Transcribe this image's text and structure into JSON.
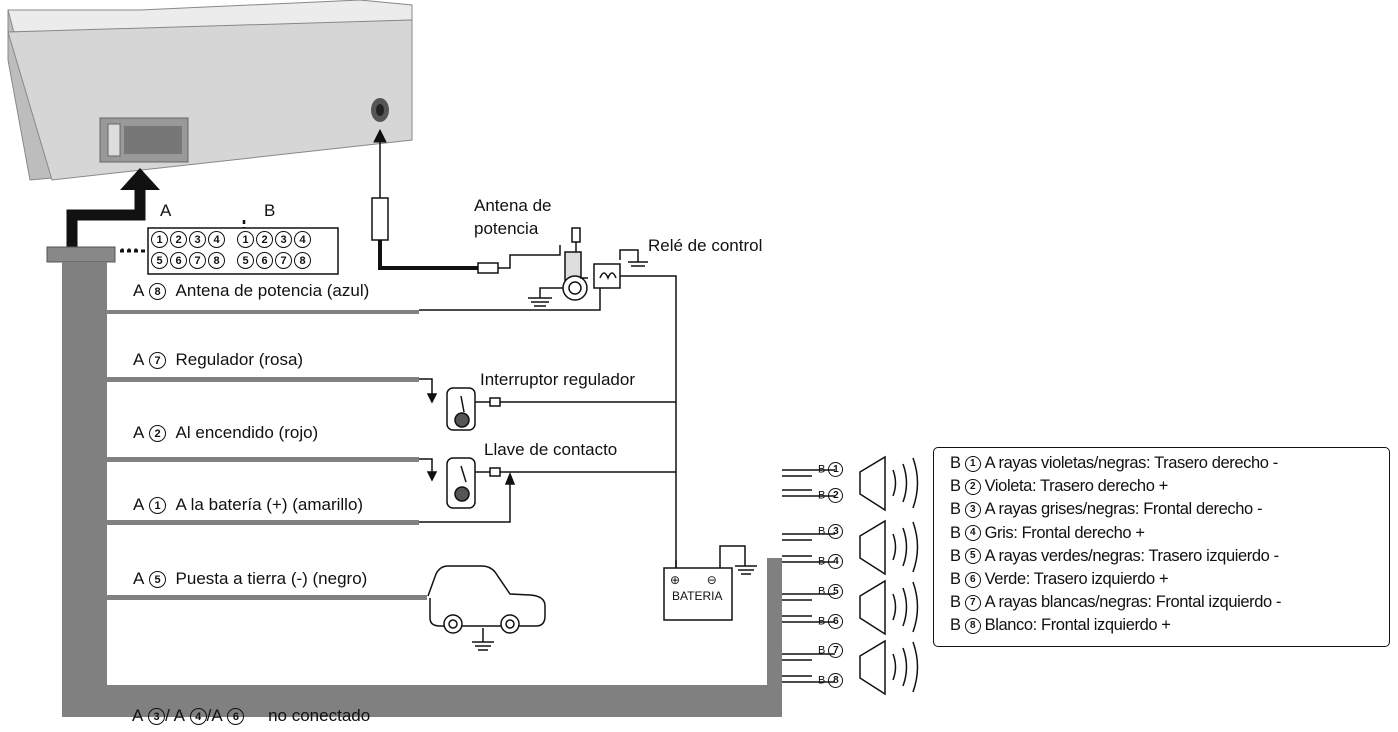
{
  "header_letters": {
    "a": "A",
    "b": "B"
  },
  "connector_pins": [
    "1",
    "2",
    "3",
    "4",
    "5",
    "6",
    "7",
    "8"
  ],
  "ellipsis": "...",
  "labels": {
    "power_antenna_top": "Antena de",
    "power_antenna_bottom": "potencia",
    "control_relay": "Relé de control",
    "dimmer_switch": "Interruptor regulador",
    "ignition_key": "Llave de contacto",
    "battery": "BATERIA",
    "not_connected": "no conectado"
  },
  "wires": [
    {
      "pin_group": "A",
      "pin": "8",
      "text": "Antena de potencia (azul)"
    },
    {
      "pin_group": "A",
      "pin": "7",
      "text": "Regulador (rosa)"
    },
    {
      "pin_group": "A",
      "pin": "2",
      "text": "Al encendido (rojo)"
    },
    {
      "pin_group": "A",
      "pin": "1",
      "text": "A la batería (+) (amarillo)"
    },
    {
      "pin_group": "A",
      "pin": "5",
      "text": "Puesta a tierra (-) (negro)"
    }
  ],
  "not_connected_pins": {
    "p1": "3",
    "p2": "4",
    "p3": "6",
    "prefix": "A",
    "sep1": "/ A",
    "sep2": "/A"
  },
  "speaker_pins": [
    {
      "group": "B",
      "pin": "1"
    },
    {
      "group": "B",
      "pin": "2"
    },
    {
      "group": "B",
      "pin": "3"
    },
    {
      "group": "B",
      "pin": "4"
    },
    {
      "group": "B",
      "pin": "5"
    },
    {
      "group": "B",
      "pin": "6"
    },
    {
      "group": "B",
      "pin": "7"
    },
    {
      "group": "B",
      "pin": "8"
    }
  ],
  "legend": [
    {
      "group": "B",
      "pin": "1",
      "text": "A rayas violetas/negras: Trasero derecho -"
    },
    {
      "group": "B",
      "pin": "2",
      "text": "Violeta: Trasero derecho +"
    },
    {
      "group": "B",
      "pin": "3",
      "text": "A rayas grises/negras: Frontal derecho -"
    },
    {
      "group": "B",
      "pin": "4",
      "text": "Gris: Frontal derecho +"
    },
    {
      "group": "B",
      "pin": "5",
      "text": "A rayas verdes/negras: Trasero izquierdo -"
    },
    {
      "group": "B",
      "pin": "6",
      "text": "Verde: Trasero izquierdo +"
    },
    {
      "group": "B",
      "pin": "7",
      "text": "A rayas blancas/negras: Frontal izquierdo -"
    },
    {
      "group": "B",
      "pin": "8",
      "text": "Blanco: Frontal izquierdo +"
    }
  ],
  "colors": {
    "harness": "#808080",
    "unit_top": "#e6e6e6",
    "unit_front": "#d2d2d2",
    "wire": "#111111"
  }
}
